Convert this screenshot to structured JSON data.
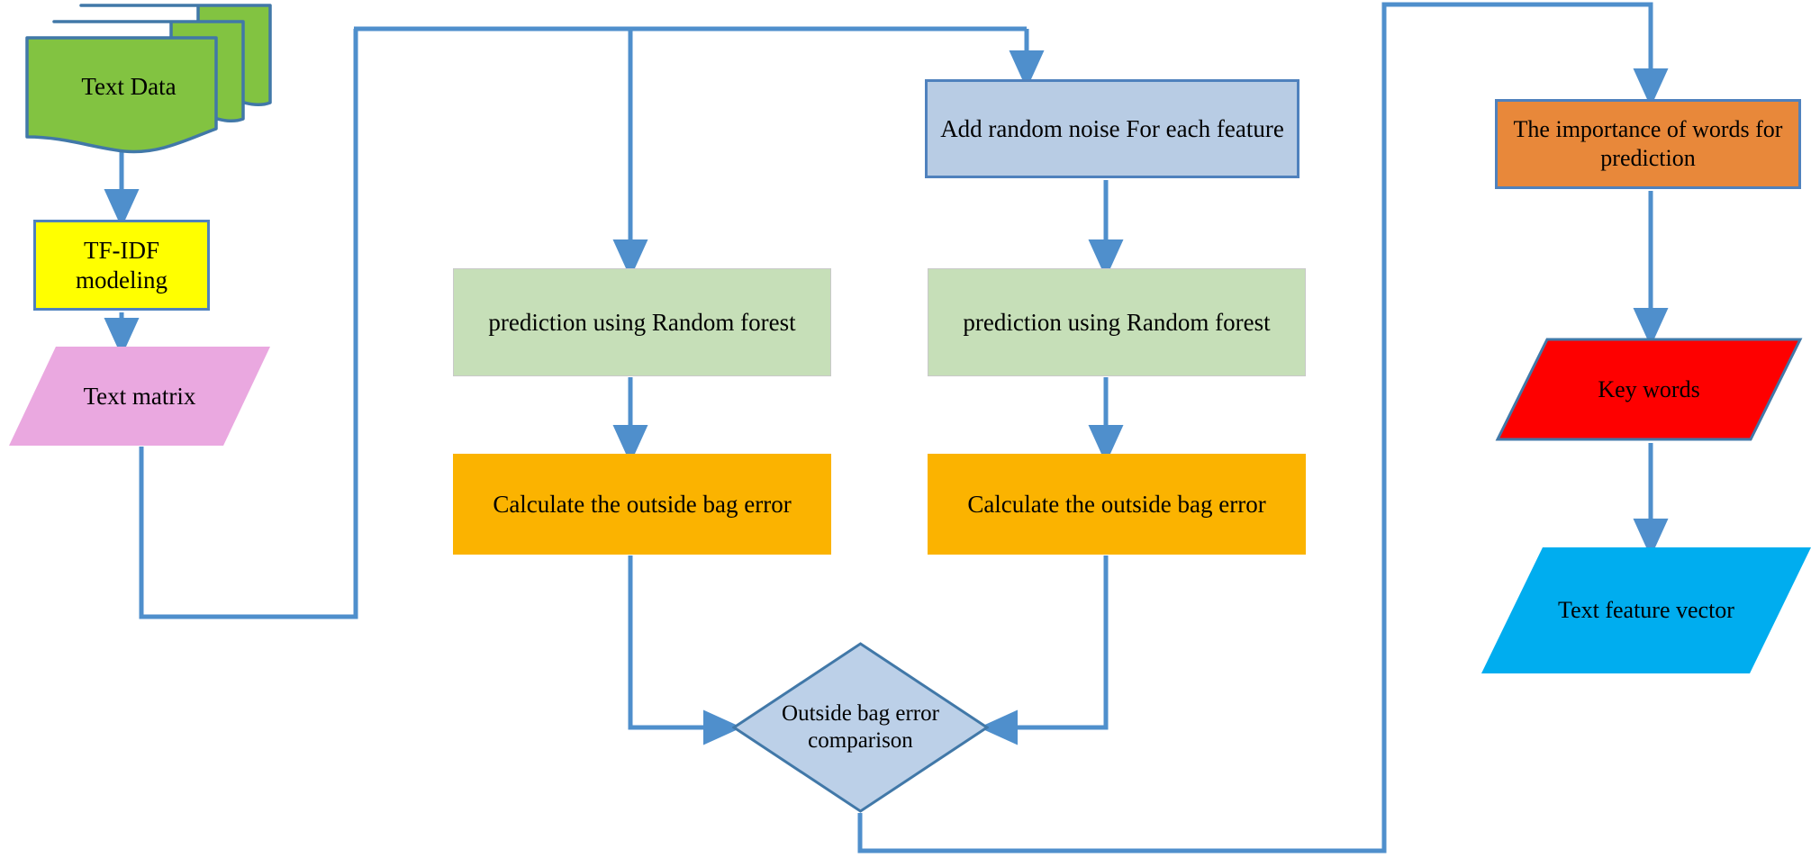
{
  "diagram": {
    "title": "Text feature extraction flowchart",
    "colors": {
      "connector": "#4f8fcc",
      "text_data_fill": "#82c341",
      "text_data_border": "#4178a8",
      "tfidf_fill": "#ffff00",
      "tfidf_border": "#4f81bd",
      "text_matrix_fill": "#eaa8e0",
      "noise_fill": "#b8cce4",
      "noise_border": "#4f81bd",
      "prediction_fill": "#c6dfb8",
      "prediction_border": "#c9c9c9",
      "calculate_fill": "#fbb300",
      "diamond_fill": "#bcd0e8",
      "diamond_border": "#4178a8",
      "importance_fill": "#e8883a",
      "importance_border": "#4f81bd",
      "keywords_fill": "#fe0000",
      "keywords_border": "#4178a8",
      "feature_fill": "#00ADEF"
    },
    "nodes": {
      "text_data": {
        "label": "Text Data",
        "shape": "multi-document"
      },
      "tfidf": {
        "label": "TF-IDF modeling",
        "shape": "process"
      },
      "text_matrix": {
        "label": "Text matrix",
        "shape": "parallelogram"
      },
      "add_noise": {
        "label": "Add random noise For each feature",
        "shape": "process"
      },
      "prediction_left": {
        "label": "prediction using Random forest",
        "shape": "process"
      },
      "prediction_right": {
        "label": "prediction using Random forest",
        "shape": "process"
      },
      "calculate_left": {
        "label": "Calculate the outside bag error",
        "shape": "process"
      },
      "calculate_right": {
        "label": "Calculate the outside bag error",
        "shape": "process"
      },
      "comparison": {
        "label": "Outside bag error comparison",
        "shape": "decision"
      },
      "importance": {
        "label": "The importance of words for prediction",
        "shape": "process"
      },
      "keywords": {
        "label": "Key words",
        "shape": "parallelogram"
      },
      "feature_vector": {
        "label": "Text feature vector",
        "shape": "parallelogram"
      }
    },
    "edges": [
      {
        "from": "text_data",
        "to": "tfidf"
      },
      {
        "from": "tfidf",
        "to": "text_matrix"
      },
      {
        "from": "text_matrix",
        "to": "prediction_left"
      },
      {
        "from": "text_matrix",
        "to": "add_noise"
      },
      {
        "from": "add_noise",
        "to": "prediction_right"
      },
      {
        "from": "prediction_left",
        "to": "calculate_left"
      },
      {
        "from": "prediction_right",
        "to": "calculate_right"
      },
      {
        "from": "calculate_left",
        "to": "comparison"
      },
      {
        "from": "calculate_right",
        "to": "comparison"
      },
      {
        "from": "comparison",
        "to": "importance"
      },
      {
        "from": "importance",
        "to": "keywords"
      },
      {
        "from": "keywords",
        "to": "feature_vector"
      }
    ]
  }
}
